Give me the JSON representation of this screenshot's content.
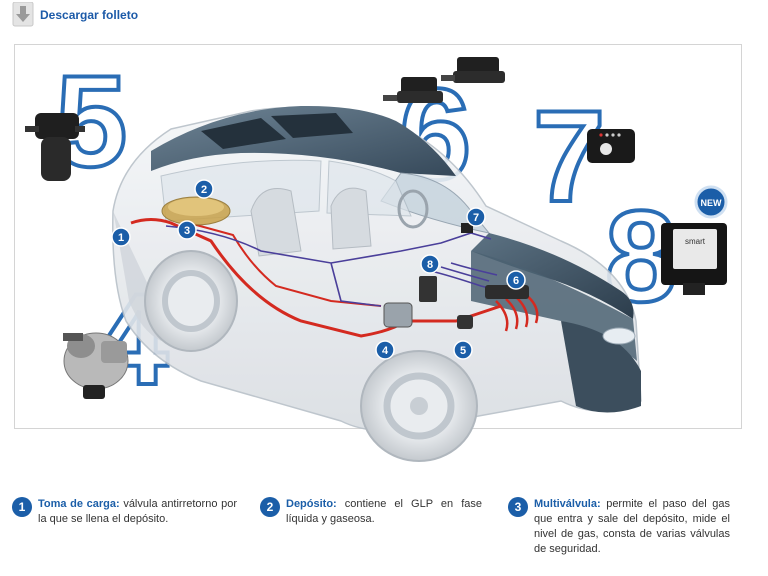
{
  "header": {
    "download_label": "Descargar folleto",
    "download_icon": "download-arrow-icon"
  },
  "diagram": {
    "big_numbers": [
      "5",
      "6",
      "7",
      "8",
      "4"
    ],
    "markers": [
      "1",
      "2",
      "3",
      "4",
      "5",
      "6",
      "7",
      "8"
    ],
    "new_badge": "NEW",
    "ecu_brand": "smart",
    "colors": {
      "accent_blue": "#1b5ea8",
      "outline_blue": "#2a6db5",
      "gas_line_red": "#d42a20",
      "wire_purple": "#4a3f9a"
    }
  },
  "captions": [
    {
      "number": "1",
      "term": "Toma de carga:",
      "text": " válvula antirretorno por la que se llena el depósito."
    },
    {
      "number": "2",
      "term": "Depósito:",
      "text": " contiene el GLP en fase líquida y gaseosa."
    },
    {
      "number": "3",
      "term": "Multiválvula:",
      "text": " permite el paso del gas que entra y sale del depósito, mide el nivel de gas, consta de varias válvulas de seguridad."
    }
  ]
}
